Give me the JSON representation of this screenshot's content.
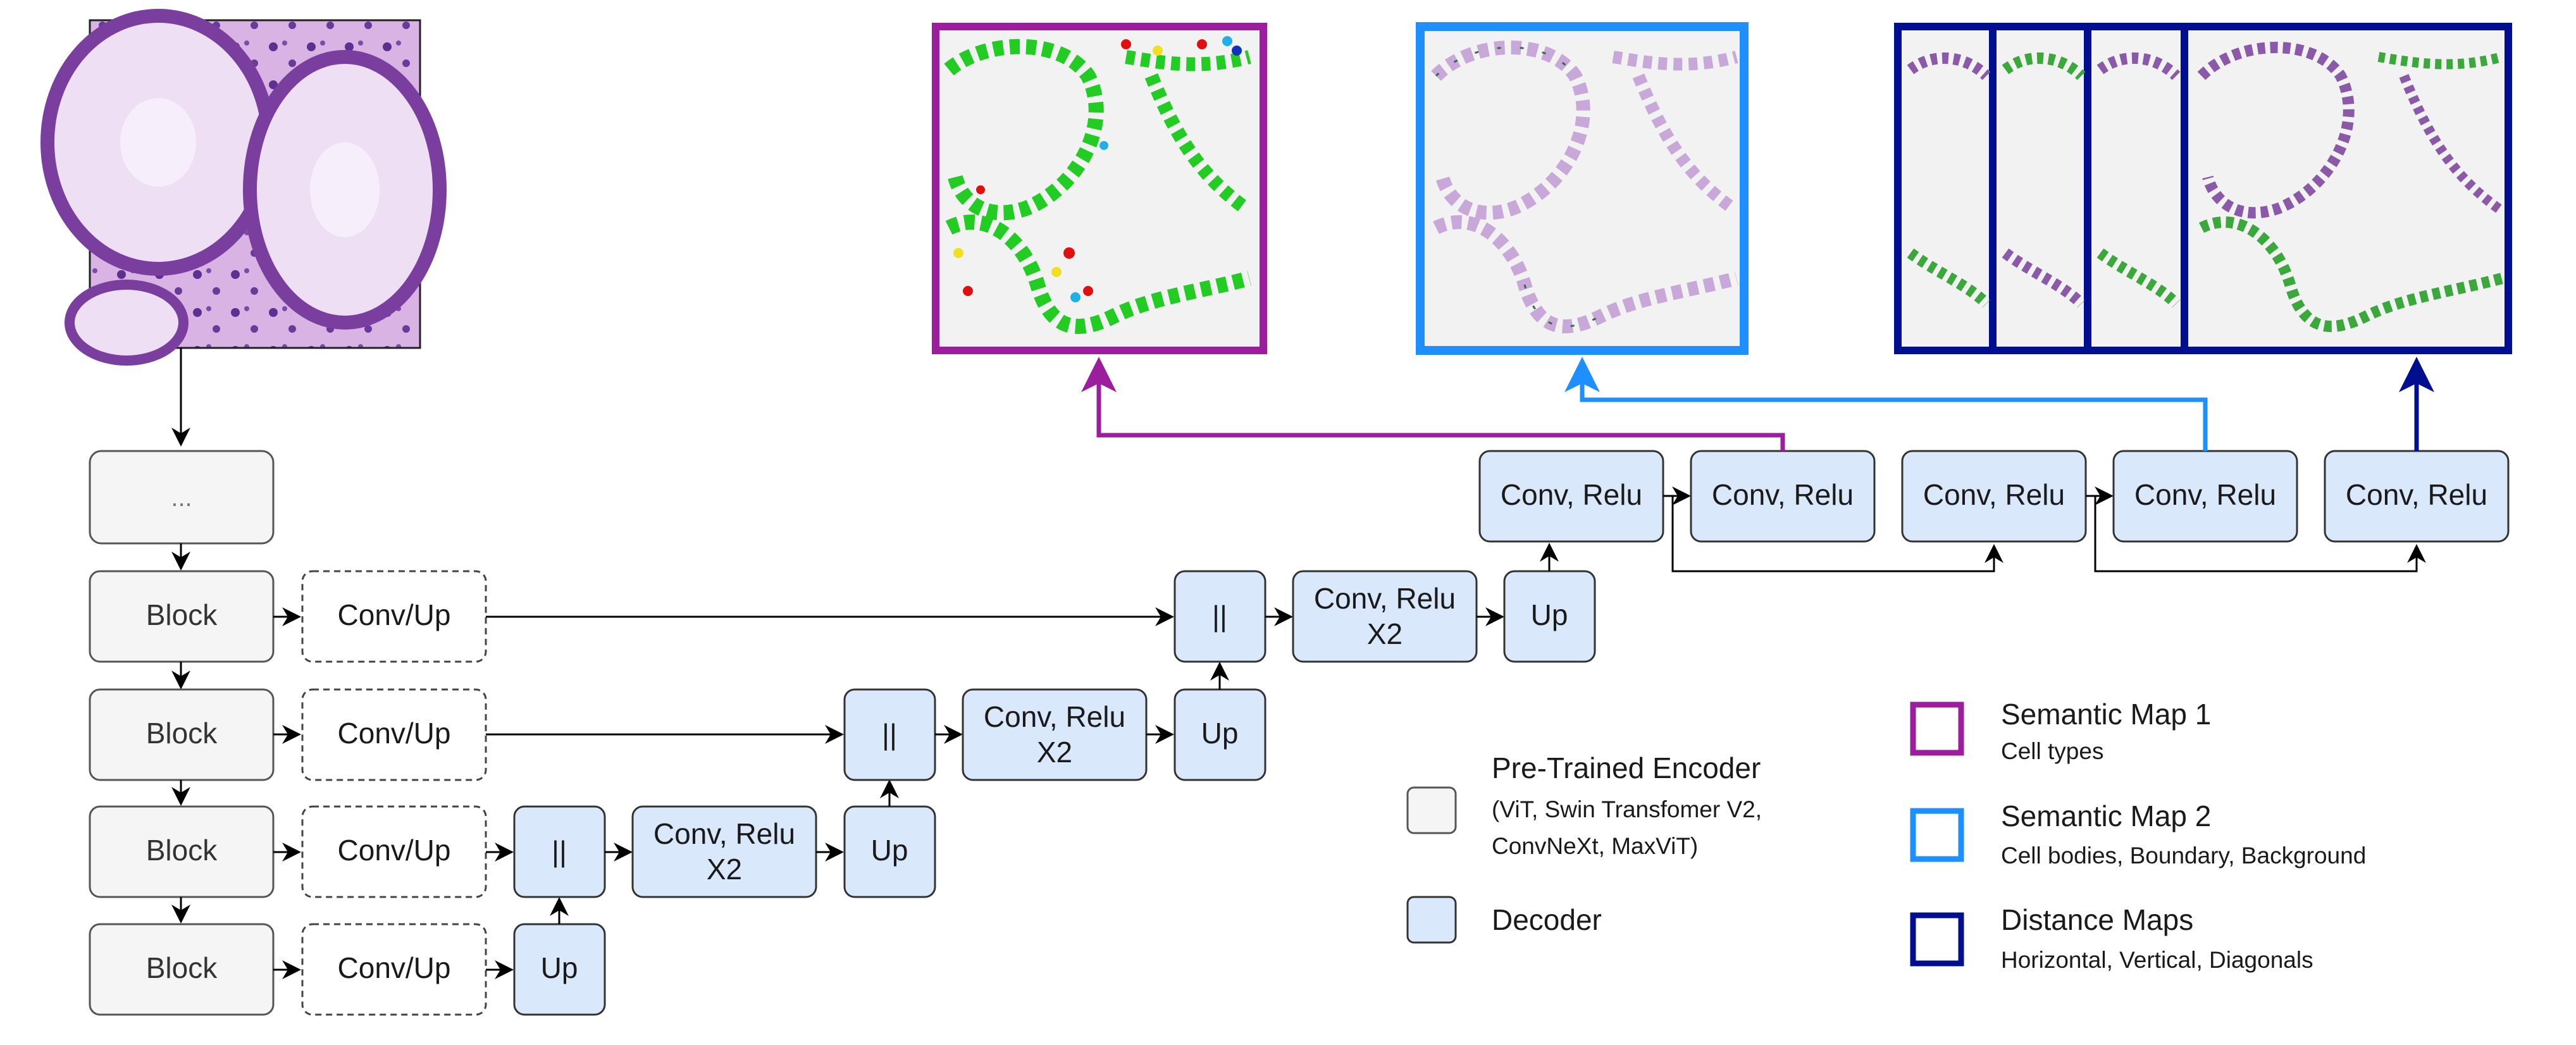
{
  "encoder": {
    "ellipsis_label": "...",
    "block_label": "Block",
    "conv_up_label": "Conv/Up"
  },
  "decoder": {
    "concat_label": "||",
    "up_label": "Up",
    "conv_relu_label": "Conv, Relu",
    "x2_label": "X2"
  },
  "legend": {
    "encoder_title": "Pre-Trained Encoder",
    "encoder_detail_line1": "(ViT, Swin Transfomer V2,",
    "encoder_detail_line2": "ConvNeXt, MaxViT)",
    "decoder_label": "Decoder",
    "semantic_map_1_title": "Semantic Map 1",
    "semantic_map_1_sub": "Cell types",
    "semantic_map_2_title": "Semantic Map 2",
    "semantic_map_2_sub": "Cell bodies, Boundary, Background",
    "distance_maps_title": "Distance Maps",
    "distance_maps_sub": "Horizontal, Vertical, Diagonals"
  },
  "colors": {
    "encoder_fill": "#f5f5f5",
    "decoder_fill": "#dae8fc",
    "semantic_map_1": "#9c1d9e",
    "semantic_map_2": "#1e8fff",
    "distance_maps": "#000f8f",
    "cell_green": "#22cc22",
    "cell_red": "#e01010",
    "cell_yellow": "#f0e020",
    "cell_cyan": "#20b0e8",
    "histology_pink": "#c58fd4"
  },
  "icons": {
    "input_image": "histology-tissue-image",
    "output_1": "semantic-map-1-image",
    "output_2": "semantic-map-2-image",
    "output_3": "distance-maps-image-stack"
  }
}
